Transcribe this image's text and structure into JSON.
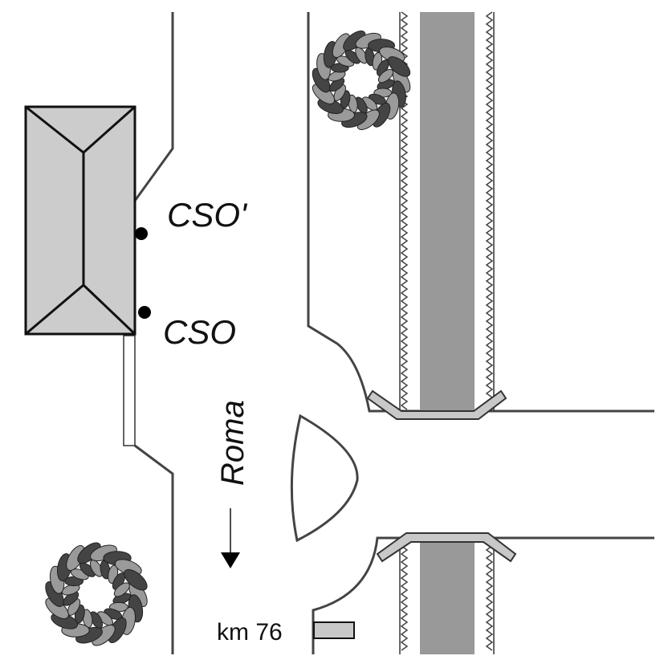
{
  "labels": {
    "point_upper": "CSO'",
    "point_lower": "CSO",
    "direction": "Roma",
    "kilometer": "km 76"
  },
  "colors": {
    "road_line": "#444444",
    "building_fill": "#cccccc",
    "building_stroke": "#111111",
    "rail_track": "#999999",
    "bridge_fill": "#c8c8c8",
    "tree_dark": "#444444",
    "tree_light": "#9a9a9a",
    "marker": "#000000"
  },
  "icons": {
    "building": "building-roof-icon",
    "tree": "tree-icon",
    "arrow": "arrow-down-icon",
    "km_marker": "milestone-icon"
  }
}
